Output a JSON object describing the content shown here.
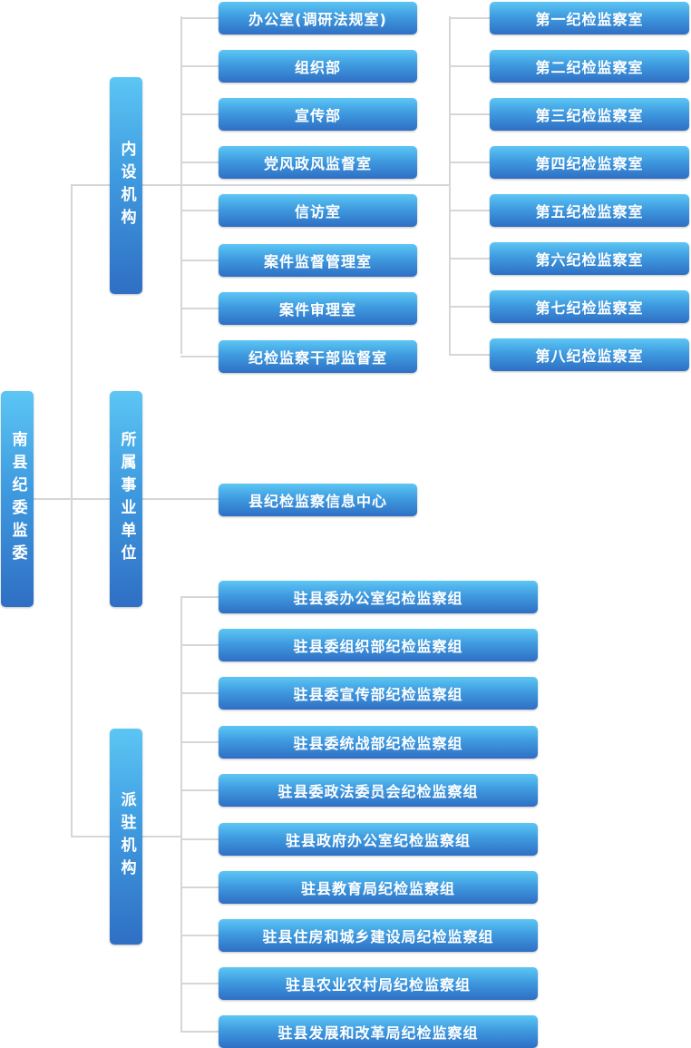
{
  "root": {
    "label": "南县纪委监委"
  },
  "categories": [
    {
      "label": "内设机构"
    },
    {
      "label": "所属事业单位"
    },
    {
      "label": "派驻机构"
    }
  ],
  "internal_left": [
    "办公室(调研法规室)",
    "组织部",
    "宣传部",
    "党风政风监督室",
    "信访室",
    "案件监督管理室",
    "案件审理室",
    "纪检监察干部监督室"
  ],
  "internal_right": [
    "第一纪检监察室",
    "第二纪检监察室",
    "第三纪检监察室",
    "第四纪检监察室",
    "第五纪检监察室",
    "第六纪检监察室",
    "第七纪检监察室",
    "第八纪检监察室"
  ],
  "affiliated": [
    "县纪检监察信息中心"
  ],
  "dispatched": [
    "驻县委办公室纪检监察组",
    "驻县委组织部纪检监察组",
    "驻县委宣传部纪检监察组",
    "驻县委统战部纪检监察组",
    "驻县委政法委员会纪检监察组",
    "驻县政府办公室纪检监察组",
    "驻县教育局纪检监察组",
    "驻县住房和城乡建设局纪检监察组",
    "驻县农业农村局纪检监察组",
    "驻县发展和改革局纪检监察组"
  ]
}
